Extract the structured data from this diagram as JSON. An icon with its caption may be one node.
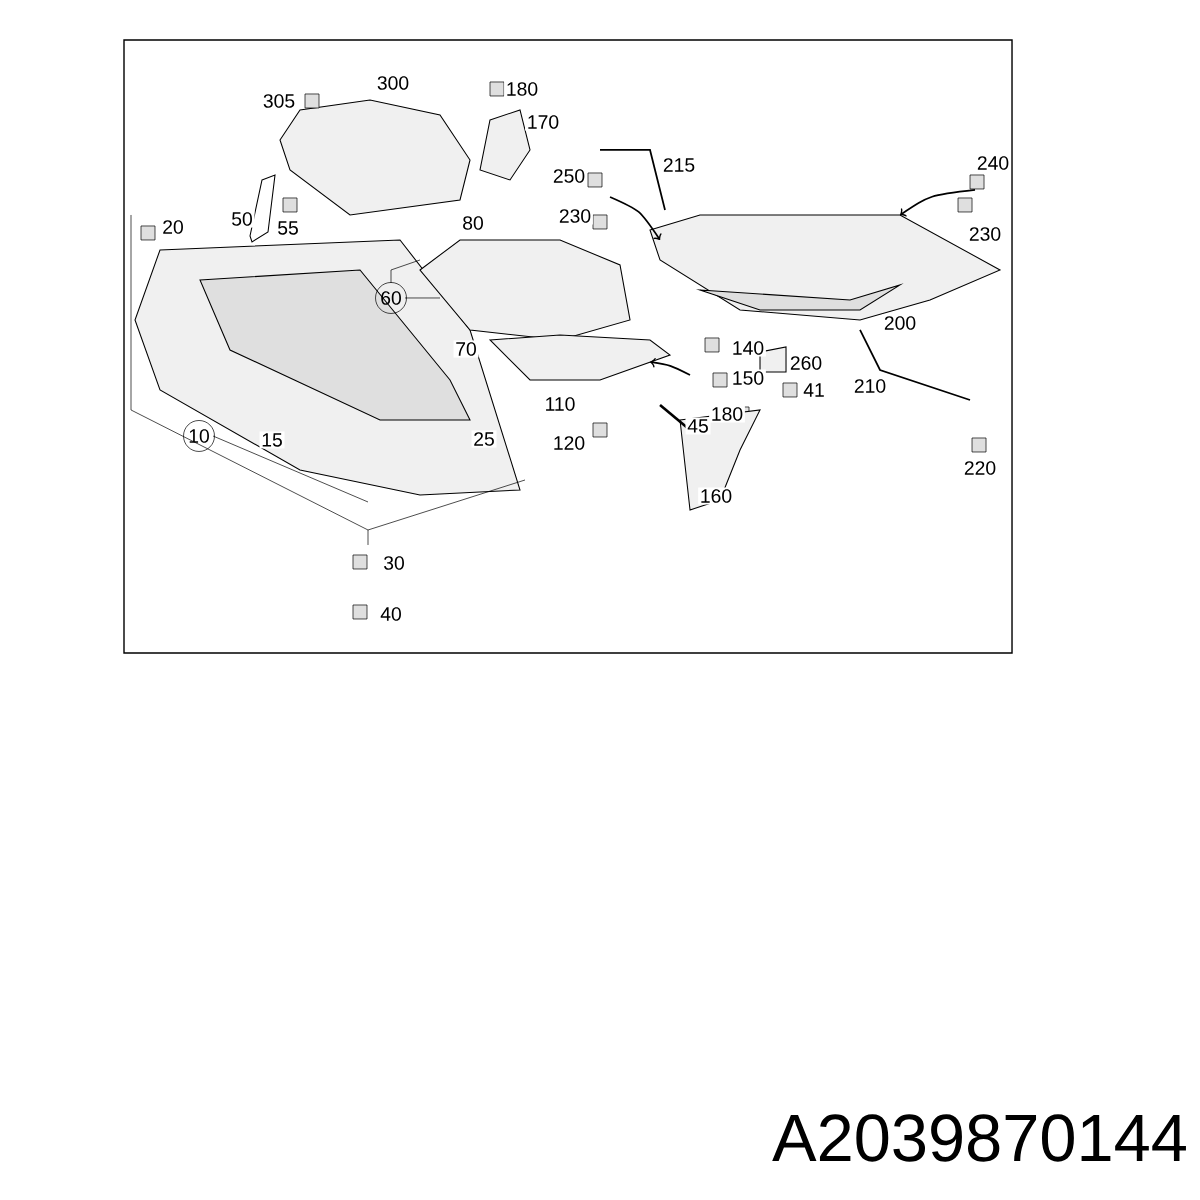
{
  "diagram": {
    "labels": [
      "300",
      "180",
      "305",
      "170",
      "215",
      "240",
      "250",
      "230",
      "50",
      "230",
      "20",
      "80",
      "55",
      "60",
      "200",
      "70",
      "140",
      "260",
      "150",
      "210",
      "41",
      "110",
      "180",
      "45",
      "10",
      "15",
      "25",
      "120",
      "220",
      "160",
      "30",
      "40",
      "A2039870144"
    ]
  }
}
